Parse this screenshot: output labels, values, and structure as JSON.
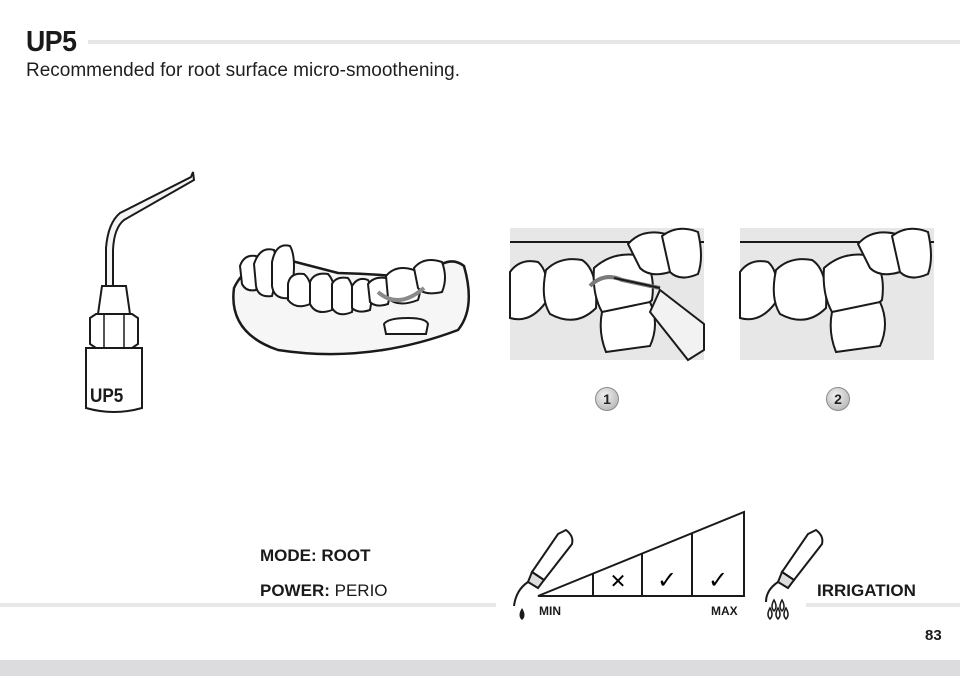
{
  "header": {
    "title": "UP5",
    "subtitle": "Recommended for root surface micro-smoothening."
  },
  "tip": {
    "label": "UP5"
  },
  "steps": [
    "1",
    "2"
  ],
  "settings": {
    "mode_label": "MODE: ROOT",
    "power_label": "POWER:",
    "power_value": "PERIO",
    "power_scale": {
      "min_label": "MIN",
      "max_label": "MAX",
      "marks": [
        "✕",
        "✓",
        "✓"
      ]
    },
    "irrigation_label": "IRRIGATION"
  },
  "footer": {
    "page_number": "83"
  }
}
